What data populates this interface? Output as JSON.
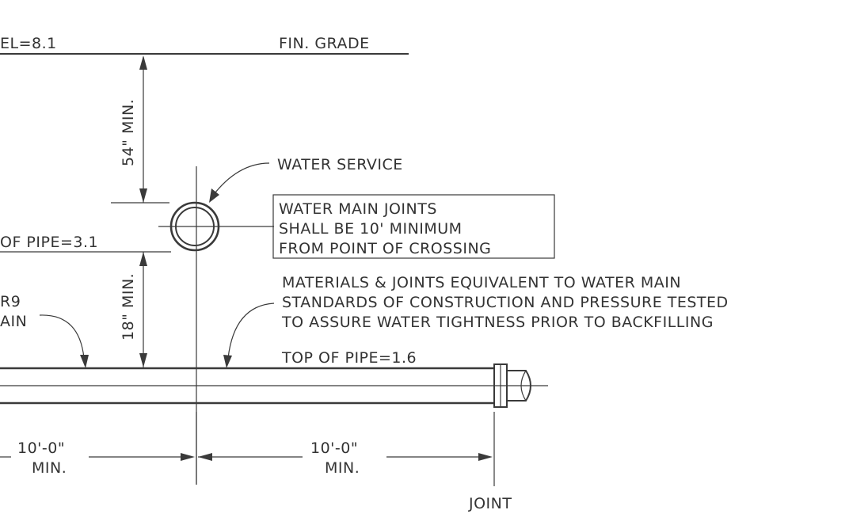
{
  "labels": {
    "top_left_elevation": "EL=8.1",
    "finish_grade": "FIN. GRADE",
    "clearance_top": "54\" MIN.",
    "clearance_bottom": "18\" MIN.",
    "water_service": "WATER SERVICE",
    "joints_note": [
      "WATER MAIN JOINTS",
      "SHALL BE 10' MINIMUM",
      "FROM POINT OF CROSSING"
    ],
    "materials_note": [
      "MATERIALS & JOINTS EQUIVALENT TO WATER MAIN",
      "STANDARDS OF CONSTRUCTION AND PRESSURE TESTED",
      "TO ASSURE WATER TIGHTNESS PRIOR TO BACKFILLING"
    ],
    "left_pipe_elevation": "OF PIPE=3.1",
    "left_partial_1": "R9",
    "left_partial_2": "AIN",
    "top_of_pipe": "TOP OF PIPE=1.6",
    "dim_left": [
      "10'-0\"",
      "MIN."
    ],
    "dim_right": [
      "10'-0\"",
      "MIN."
    ],
    "joint": "JOINT"
  },
  "colors": {
    "line": "#3a3a3a",
    "text": "#333333",
    "background": "#ffffff"
  }
}
